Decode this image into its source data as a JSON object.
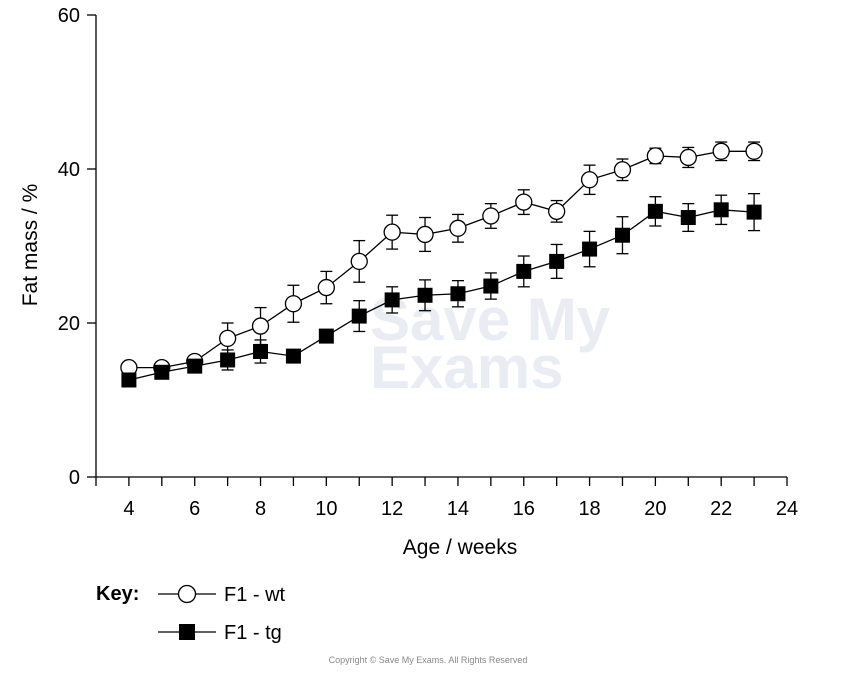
{
  "watermark": {
    "line1": "Save My",
    "line2": "Exams"
  },
  "copyright": "Copyright © Save My Exams. All Rights Reserved",
  "chart_data": {
    "type": "line",
    "xlabel": "Age / weeks",
    "ylabel": "Fat mass / %",
    "xlim": [
      3,
      24
    ],
    "ylim": [
      0,
      60
    ],
    "x_ticks": [
      4,
      6,
      8,
      10,
      12,
      14,
      16,
      18,
      20,
      22,
      24
    ],
    "y_ticks": [
      0,
      20,
      40,
      60
    ],
    "grid": false,
    "x": [
      4,
      5,
      6,
      7,
      8,
      9,
      10,
      11,
      12,
      13,
      14,
      15,
      16,
      17,
      18,
      19,
      20,
      21,
      22,
      23
    ],
    "series": [
      {
        "name": "F1 - wt",
        "marker": "open-circle",
        "color": "#000000",
        "values": [
          14.2,
          14.2,
          15.0,
          18.0,
          19.6,
          22.5,
          24.6,
          28.0,
          31.8,
          31.5,
          32.3,
          33.9,
          35.7,
          34.5,
          38.6,
          39.9,
          41.7,
          41.5,
          42.3,
          42.3
        ],
        "error": [
          0.5,
          0.6,
          0.7,
          2.0,
          2.4,
          2.4,
          2.1,
          2.7,
          2.2,
          2.2,
          1.8,
          1.6,
          1.6,
          1.4,
          1.9,
          1.4,
          1.0,
          1.3,
          1.2,
          1.2
        ]
      },
      {
        "name": "F1 - tg",
        "marker": "filled-square",
        "color": "#000000",
        "values": [
          12.6,
          13.6,
          14.4,
          15.2,
          16.3,
          15.7,
          18.3,
          20.9,
          23.0,
          23.6,
          23.8,
          24.8,
          26.7,
          28.0,
          29.6,
          31.4,
          34.5,
          33.7,
          34.7,
          34.4
        ],
        "error": [
          0.5,
          0.6,
          0.7,
          1.3,
          1.5,
          0.6,
          0.7,
          2.0,
          1.7,
          2.0,
          1.7,
          1.7,
          2.0,
          2.2,
          2.3,
          2.4,
          1.9,
          1.8,
          1.9,
          2.4
        ]
      }
    ],
    "legend": {
      "title": "Key:",
      "position": "bottom-left"
    }
  }
}
